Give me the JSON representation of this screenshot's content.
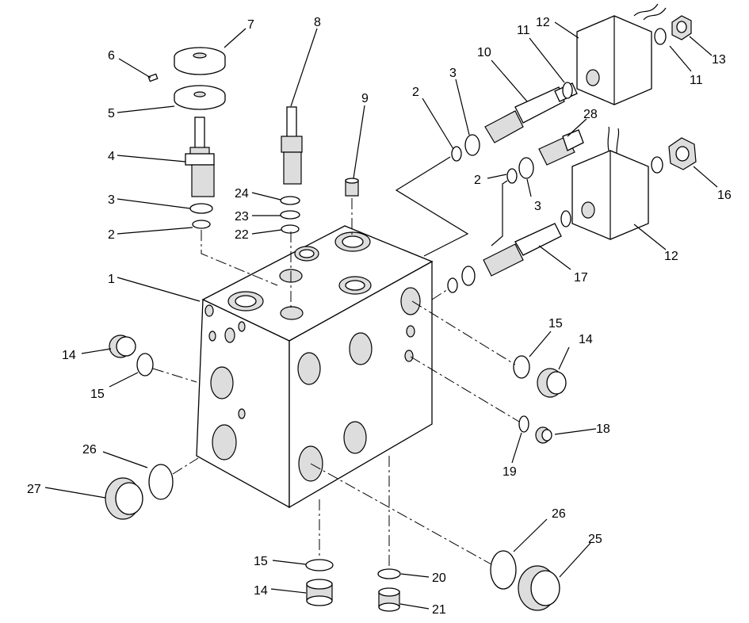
{
  "diagram": {
    "callouts": [
      "1",
      "2",
      "3",
      "4",
      "5",
      "6",
      "7",
      "8",
      "9",
      "10",
      "11",
      "12",
      "13",
      "14",
      "15",
      "16",
      "17",
      "18",
      "19",
      "20",
      "21",
      "22",
      "23",
      "24",
      "25",
      "26",
      "27",
      "28"
    ],
    "labels": {
      "p7": "7",
      "p8": "8",
      "p6": "6",
      "p5": "5",
      "p4": "4",
      "p3a": "3",
      "p2a": "2",
      "p24": "24",
      "p23": "23",
      "p22": "22",
      "p9": "9",
      "p2b": "2",
      "p3b": "3",
      "p10": "10",
      "p11a": "11",
      "p12a": "12",
      "p13": "13",
      "p11b": "11",
      "p28": "28",
      "p2c": "2",
      "p3c": "3",
      "p16": "16",
      "p12b": "12",
      "p17": "17",
      "p1": "1",
      "p15a": "15",
      "p14a": "14",
      "p14b": "14",
      "p15b": "15",
      "p18": "18",
      "p19": "19",
      "p26a": "26",
      "p27": "27",
      "p26b": "26",
      "p25": "25",
      "p15c": "15",
      "p20": "20",
      "p14c": "14",
      "p21": "21"
    }
  }
}
